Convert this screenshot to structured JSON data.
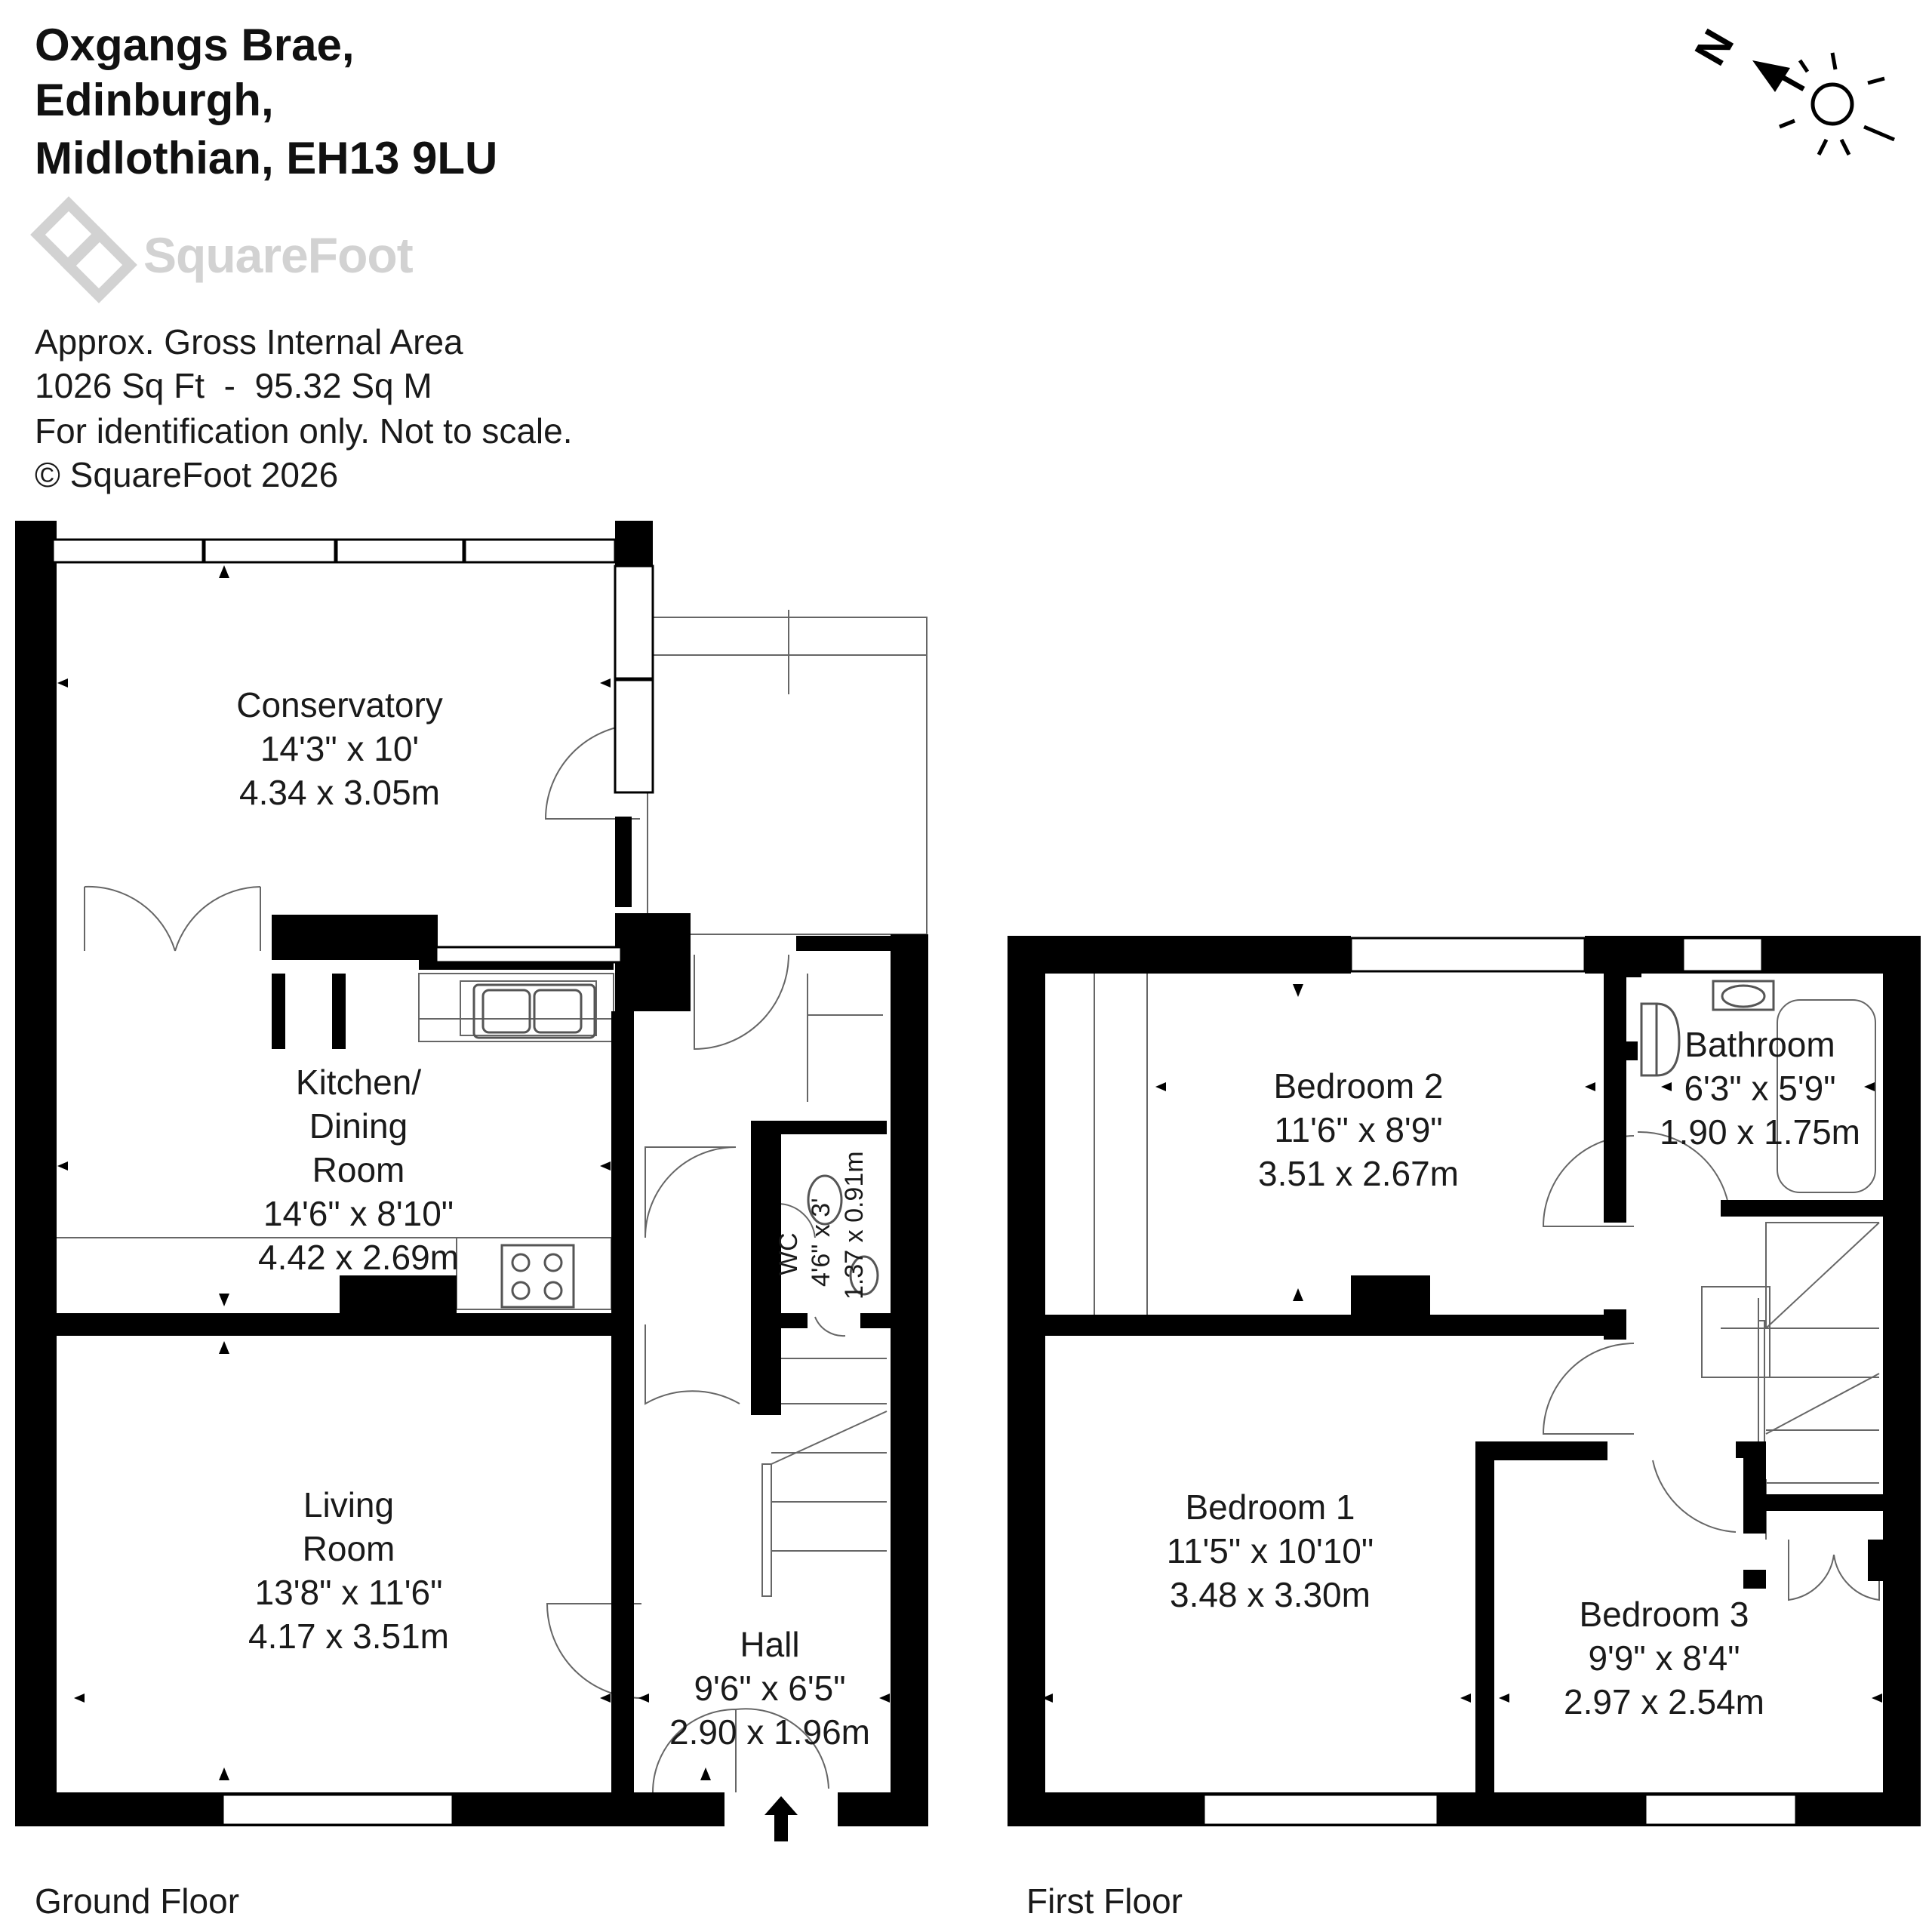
{
  "header": {
    "address_line1": "Oxgangs Brae,",
    "address_line2": "Edinburgh,",
    "address_line3": "Midlothian, EH13 9LU",
    "brand": "SquareFoot",
    "area_label": "Approx. Gross Internal Area",
    "area_value": "1026 Sq Ft  -  95.32 Sq M",
    "disclaimer": "For identification only. Not to scale.",
    "copyright": "© SquareFoot 2026"
  },
  "compass": {
    "letter": "N",
    "icon": "compass-arrow-sun-icon"
  },
  "floors": {
    "ground": "Ground Floor",
    "first": "First Floor"
  },
  "rooms": {
    "conservatory": {
      "name": "Conservatory",
      "imperial": "14'3\" x 10'",
      "metric": "4.34 x 3.05m"
    },
    "kitchen": {
      "name1": "Kitchen/",
      "name2": "Dining",
      "name3": "Room",
      "imperial": "14'6\" x 8'10\"",
      "metric": "4.42 x 2.69m"
    },
    "living": {
      "name1": "Living",
      "name2": "Room",
      "imperial": "13'8\" x 11'6\"",
      "metric": "4.17 x 3.51m"
    },
    "hall": {
      "name": "Hall",
      "imperial": "9'6\" x 6'5\"",
      "metric": "2.90 x 1.96m"
    },
    "wc": {
      "name": "WC",
      "imperial": "4'6\" x 3'",
      "metric": "1.37 x 0.91m"
    },
    "bedroom2": {
      "name": "Bedroom 2",
      "imperial": "11'6\" x 8'9\"",
      "metric": "3.51 x 2.67m"
    },
    "bathroom": {
      "name": "Bathroom",
      "imperial": "6'3\" x 5'9\"",
      "metric": "1.90 x 1.75m"
    },
    "bedroom1": {
      "name": "Bedroom 1",
      "imperial": "11'5\" x 10'10\"",
      "metric": "3.48 x 3.30m"
    },
    "bedroom3": {
      "name": "Bedroom 3",
      "imperial": "9'9\" x 8'4\"",
      "metric": "2.97 x 2.54m"
    }
  },
  "colors": {
    "wall": "#000000",
    "line": "#555555",
    "logo": "#d2d2d2"
  }
}
